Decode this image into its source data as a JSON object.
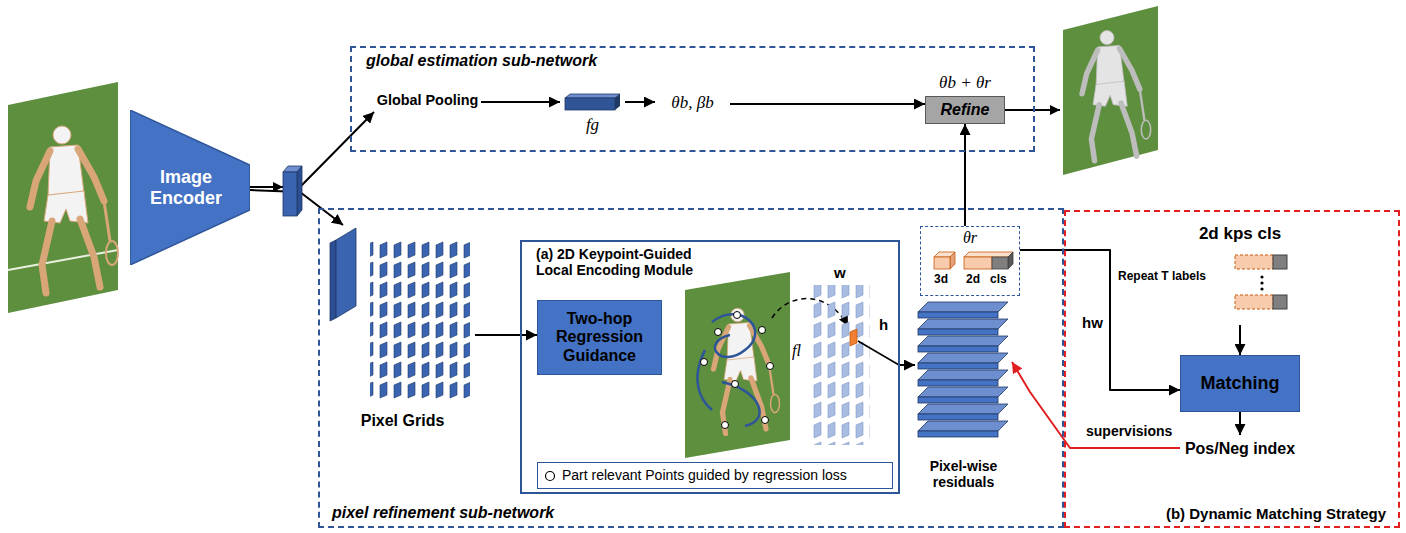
{
  "diagram": {
    "nodes": [
      {
        "text": [
          "Image Encoder"
        ]
      },
      {
        "text": [
          "global estimation sub-network"
        ]
      },
      {
        "text": [
          "Global Pooling"
        ],
        "in": 1
      },
      {
        "text": [
          "fg"
        ],
        "in": 1
      },
      {
        "text": [
          "θb, βb"
        ],
        "in": 1
      },
      {
        "text": [
          "θb + θr",
          "Refine"
        ],
        "in": 1
      },
      {
        "text": [
          "pixel refinement sub-network"
        ]
      },
      {
        "text": [
          "Pixel Grids"
        ],
        "in": 6
      },
      {
        "text": [
          "(a) 2D Keypoint-Guided Local Encoding Module"
        ],
        "in": 6
      },
      {
        "text": [
          "Two-hop Regression Guidance"
        ],
        "in": 8
      },
      {
        "text": [
          "Part relevant Points guided by regression loss"
        ],
        "in": 8
      },
      {
        "text": [
          "Pixel-wise residuals"
        ],
        "in": 6
      },
      {
        "text": [
          "θr"
        ],
        "in": 6
      },
      {
        "text": [
          "(b) Dynamic Matching Strategy"
        ]
      },
      {
        "text": [
          "2d kps cls"
        ],
        "in": 13
      },
      {
        "text": [
          "Matching"
        ],
        "in": 13
      },
      {
        "text": [
          "Pos/Neg index"
        ],
        "in": 13
      }
    ],
    "edges": [
      {
        "from": 0,
        "to": 2,
        "arrow": "to"
      },
      {
        "from": 0,
        "to": 7,
        "arrow": "to"
      },
      {
        "from": 2,
        "to": 3,
        "arrow": "to"
      },
      {
        "from": 3,
        "to": 4,
        "arrow": "to"
      },
      {
        "from": 4,
        "to": 5,
        "arrow": "to"
      },
      {
        "from": 7,
        "to": 9,
        "arrow": "to"
      },
      {
        "from": 8,
        "to": 11,
        "arrow": "to"
      },
      {
        "from": 12,
        "to": 5,
        "arrow": "to"
      },
      {
        "from": 12,
        "to": 15,
        "label": "hw",
        "arrow": "to"
      },
      {
        "from": 14,
        "to": 15,
        "arrow": "to"
      },
      {
        "from": 15,
        "to": 16,
        "arrow": "to"
      },
      {
        "from": 16,
        "to": 11,
        "label": "supervisions",
        "arrow": "to"
      }
    ],
    "labels": [
      "fl",
      "w",
      "h",
      "3d",
      "2d",
      "cls",
      "Repeat T labels"
    ]
  }
}
